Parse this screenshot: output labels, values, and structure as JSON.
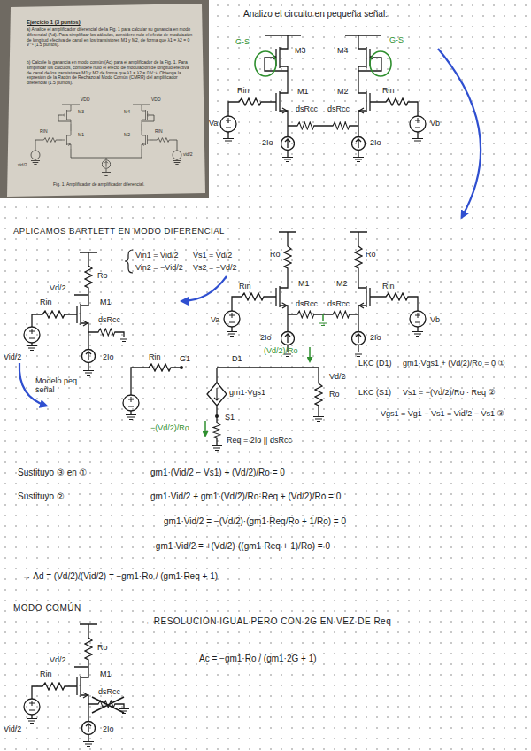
{
  "diagram": {
    "labels": [
      "Ejercicio 1 (3 puntos)",
      "a) Analice el amplificador diferencial de la Fig. 1 para calcular su ganancia en modo diferencial (Ad). Para simplificar los cálculos, considere nulo el efecto de modulación de longitud efectiva de canal en los transistores M1 y M2, de forma que λ1 = λ2 = 0 V⁻¹ (1.5 puntos).",
      "b) Calcule la ganancia en modo común (Ac) para el amplificador de la Fig. 1. Para simplificar los cálculos, considere nulo el efecto de modulación de longitud efectiva de canal de los transistores M1 y M2 de forma que λ1 = λ2 = 0 V⁻¹. Obtenga la expresión de la Razón de Rechazo al Modo Común (CMRR) del amplificador diferencial (1.5 puntos).",
      "VDD",
      "VDD",
      "M3",
      "M4",
      "RIN",
      "M1",
      "M2",
      "RIN",
      "vid/2",
      "vid/2",
      "Fig. 1. Amplificador de amplificador diferencial.",
      "Analizo el circuito en pequeña señal:",
      "G-S",
      "G-S",
      "M3",
      "M4",
      "Rin",
      "M1",
      "M2",
      "Rin",
      "Va",
      "Vb",
      "dsRcc",
      "dsRcc",
      "2Io",
      "2Io",
      "Ro",
      "Ro",
      "M1",
      "M2",
      "Rin",
      "Rin",
      "Va",
      "Vb",
      "dsRcc",
      "dsRcc",
      "2Io",
      "2Io",
      "APLICAMOS BARTLETT EN MODO DIFERENCIAL",
      "Vin1 = Vid/2",
      "Vin2 = −Vid/2",
      "Vs1 = Vd/2",
      "Vs2 = −Vd/2",
      "Ro",
      "Vd/2",
      "Rin",
      "M1",
      "dsRcc",
      "Vid/2",
      "2Io",
      "Modelo peq. señal",
      "Rin",
      "G1",
      "D1",
      "gm1·Vgs1",
      "(Vd/2)/Ro",
      "Vd/2",
      "Ro",
      "−(Vd/2)/Ro",
      "S1",
      "Req = 2Io || dsRcc",
      "LKC (D1)",
      "gm1·Vgs1 + (Vd/2)/Ro = 0  ①",
      "LKC (S1)",
      "Vs1 = −(Vd/2)/Ro · Req  ②",
      "Vgs1 = Vg1 − Vs1 = Vid/2 − Vs1  ③",
      "Sustituyo ③ en ①",
      "gm1·(Vid/2 − Vs1) + (Vd/2)/Ro = 0",
      "Sustituyo ②",
      "gm1·Vid/2 + gm1·(Vd/2)/Ro·Req + (Vd/2)/Ro = 0",
      "gm1·Vid/2 = −(Vd/2)·(gm1·Req/Ro + 1/Ro) = 0",
      "−gm1·Vid/2 = +(Vd/2)·((gm1·Req + 1)/Ro) = 0",
      "→ Ad = (Vd/2)/(Vid/2) = −gm1·Ro / (gm1·Req + 1)",
      "MODO COMÚN",
      "→ RESOLUCIÓN IGUAL PERO CON 2G EN VEZ DE Req",
      "Ac = −gm1·Ro / (gm1·2G + 1)",
      "Ro",
      "Vd/2",
      "Rin",
      "M1",
      "dsRcc",
      "Vid/2",
      "2Io"
    ]
  }
}
